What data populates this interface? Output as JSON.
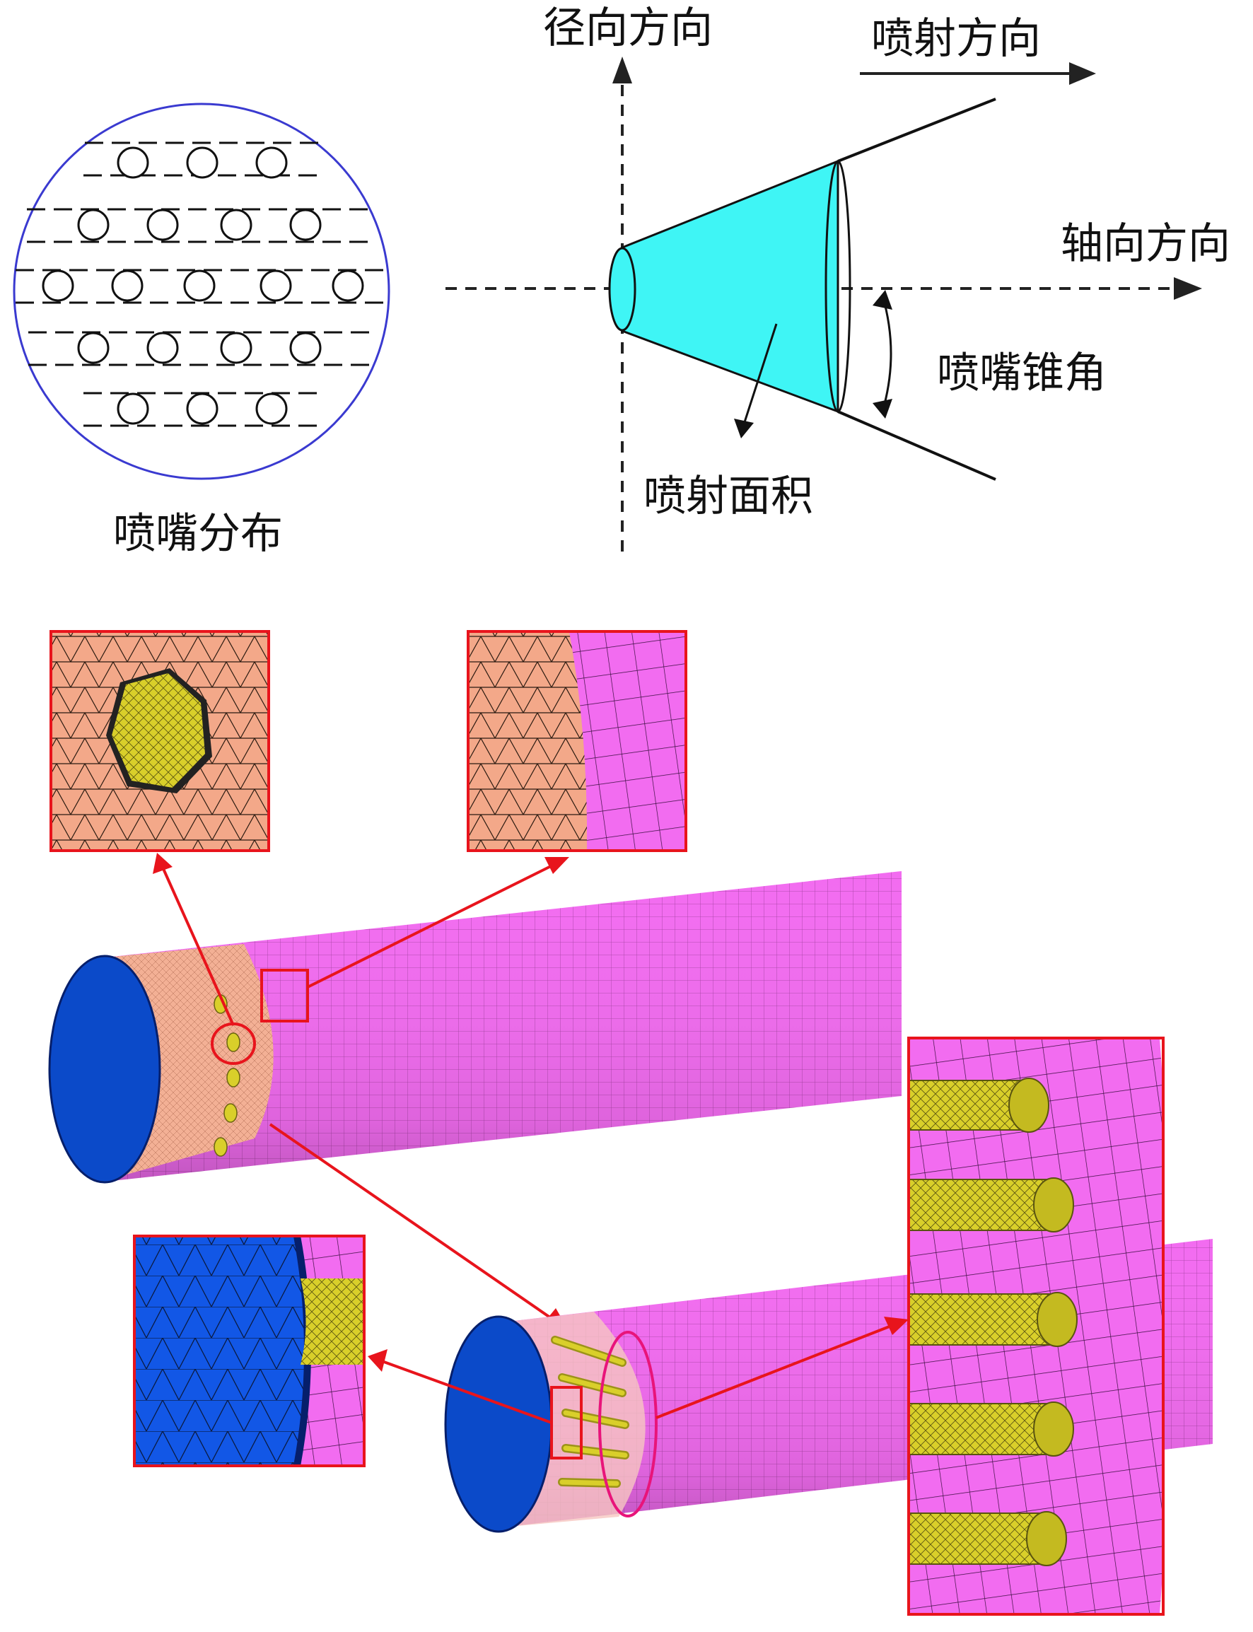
{
  "labels": {
    "radial_direction": "径向方向",
    "spray_direction": "喷射方向",
    "axial_direction": "轴向方向",
    "nozzle_cone_angle": "喷嘴锥角",
    "spray_area": "喷射面积",
    "nozzle_distribution": "喷嘴分布"
  },
  "colors": {
    "cone_fill": "#3ff5f5",
    "mesh_pink": "#f26cf0",
    "mesh_peach": "#f3a889",
    "end_blue": "#0b4ac9",
    "nozzle_yellow": "#d9cf2a",
    "callout_red": "#e8141c",
    "circle_outline": "#3a3ad0"
  }
}
